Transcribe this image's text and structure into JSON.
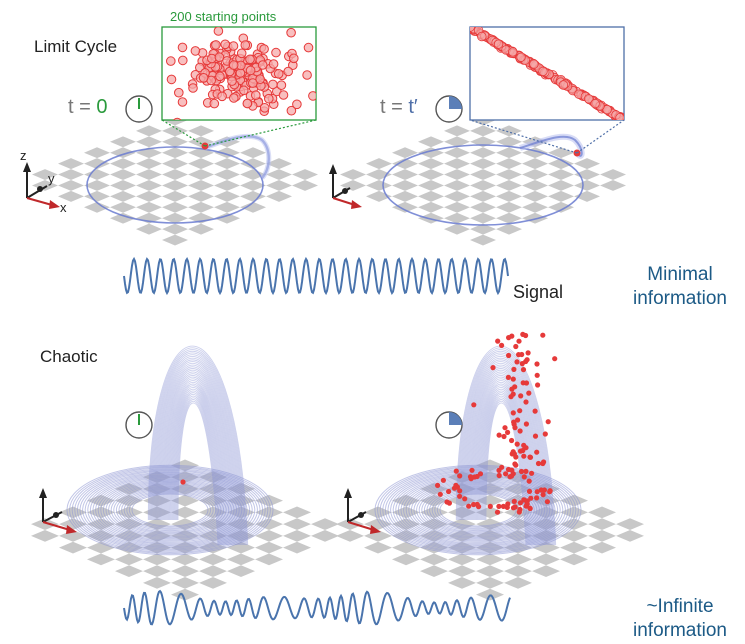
{
  "limit_cycle": {
    "title": "Limit Cycle",
    "t0_label": "t = ",
    "t0_var": "0",
    "t1_label": "t = ",
    "t1_var": "t′",
    "inset_caption": "200 starting points"
  },
  "signal_label": "Signal",
  "minimal_info": [
    "Minimal",
    "information"
  ],
  "chaotic": {
    "title": "Chaotic"
  },
  "infinite_info": [
    "~Infinite",
    "information"
  ],
  "axes_labels": {
    "z": "z",
    "y": "y",
    "x": "x"
  },
  "colors": {
    "trajectory": "#5d6fc0",
    "attractor": "#8f97d4",
    "points": "#e63a3a",
    "signal": "#4a74ad",
    "checker": "#c8c8c8",
    "green": "#2a9a3c",
    "blue_clock": "#5b7fb8",
    "info_text": "#1c5a86"
  }
}
